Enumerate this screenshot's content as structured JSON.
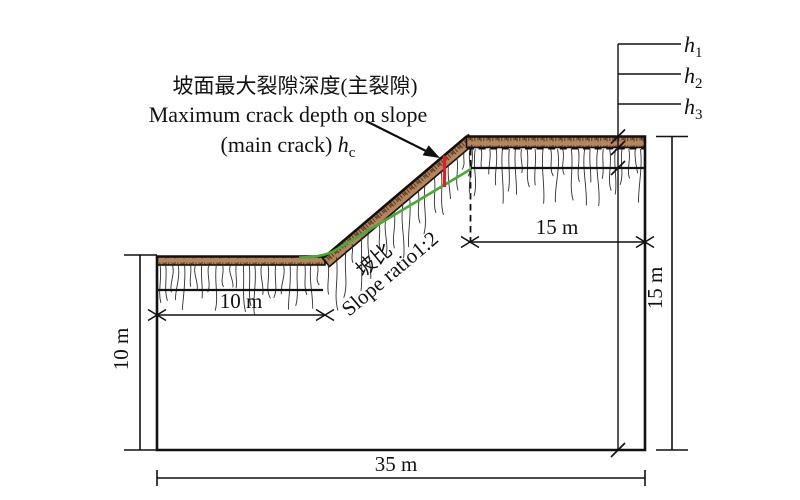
{
  "figure": {
    "annotation": {
      "line1": "坡面最大裂隙深度(主裂隙)",
      "line2": "Maximum crack depth on slope",
      "line3_prefix": "(main crack) ",
      "line3_var": "h",
      "line3_sub": "c"
    },
    "depth_labels": [
      {
        "var": "h",
        "sub": "1"
      },
      {
        "var": "h",
        "sub": "2"
      },
      {
        "var": "h",
        "sub": "3"
      }
    ],
    "slope_label": {
      "zh": "坡比",
      "en": "Slope ratio1:2"
    },
    "dimensions": {
      "upper_bench_width": "15 m",
      "lower_bench_width": "10 m",
      "left_height": "10 m",
      "right_height": "15 m",
      "total_width": "35 m"
    },
    "colors": {
      "outline": "#111111",
      "soil_crust": "#b5855c",
      "soil_dash": "#59371e",
      "main_crack": "#e21f1f",
      "crack_boundary": "#45ac33",
      "texture": "#2f2f2f"
    }
  }
}
